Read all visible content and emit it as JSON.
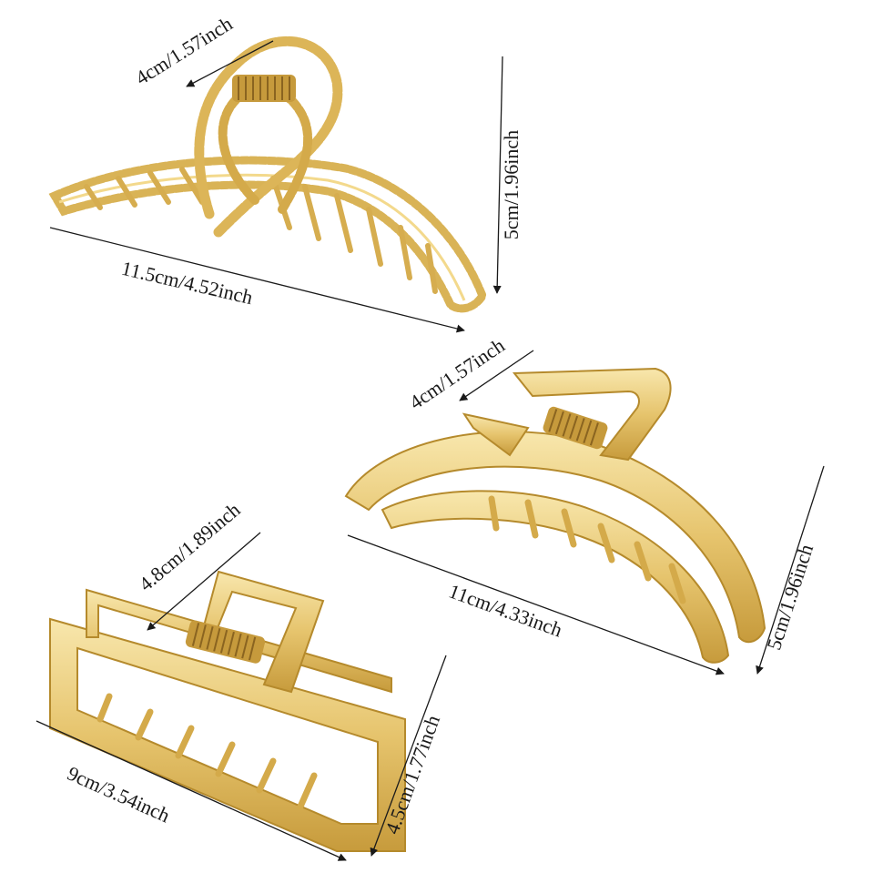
{
  "colors": {
    "gold_light": "#f6df9a",
    "gold_mid": "#e3c168",
    "gold_dark": "#b58a2c",
    "arrow": "#1a1a1a",
    "background": "#ffffff"
  },
  "clips": [
    {
      "id": "twisted-clip",
      "style": "twisted rope pattern",
      "labels": {
        "depth": "4cm/1.57inch",
        "height": "5cm/1.96inch",
        "length": "11.5cm/4.52inch"
      }
    },
    {
      "id": "curved-clip",
      "style": "smooth curved",
      "labels": {
        "depth": "4cm/1.57inch",
        "height": "5cm/1.96inch",
        "length": "11cm/4.33inch"
      }
    },
    {
      "id": "rectangle-clip",
      "style": "rectangular",
      "labels": {
        "depth": "4.8cm/1.89inch",
        "height": "4.5cm/1.77inch",
        "length": "9cm/3.54inch"
      }
    }
  ]
}
